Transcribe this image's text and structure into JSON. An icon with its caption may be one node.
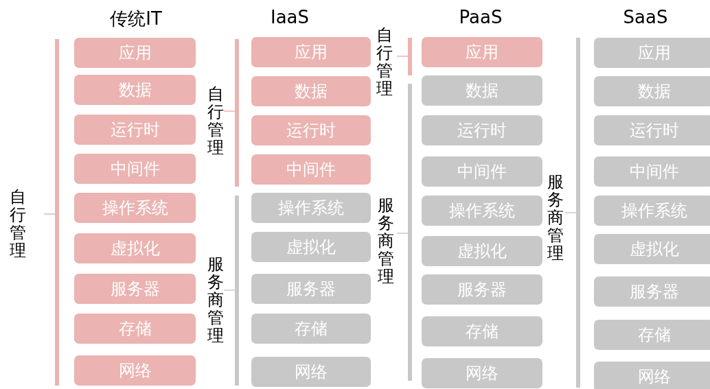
{
  "diagram": {
    "nodes": [
      {
        "text": [
          "应用"
        ]
      },
      {
        "text": [
          "数据"
        ]
      },
      {
        "text": [
          "运行时"
        ]
      },
      {
        "text": [
          "中间件"
        ]
      },
      {
        "text": [
          "操作系统"
        ]
      },
      {
        "text": [
          "虚拟化"
        ]
      },
      {
        "text": [
          "服务器"
        ]
      },
      {
        "text": [
          "存储"
        ]
      },
      {
        "text": [
          "网络"
        ]
      },
      {
        "text": [
          "应用"
        ]
      },
      {
        "text": [
          "数据"
        ]
      },
      {
        "text": [
          "运行时"
        ]
      },
      {
        "text": [
          "中间件"
        ]
      },
      {
        "text": [
          "操作系统"
        ]
      },
      {
        "text": [
          "虚拟化"
        ]
      },
      {
        "text": [
          "服务器"
        ]
      },
      {
        "text": [
          "存储"
        ]
      },
      {
        "text": [
          "网络"
        ]
      },
      {
        "text": [
          "应用"
        ]
      },
      {
        "text": [
          "数据"
        ]
      },
      {
        "text": [
          "运行时"
        ]
      },
      {
        "text": [
          "中间件"
        ]
      },
      {
        "text": [
          "操作系统"
        ]
      },
      {
        "text": [
          "虚拟化"
        ]
      },
      {
        "text": [
          "服务器"
        ]
      },
      {
        "text": [
          "存储"
        ]
      },
      {
        "text": [
          "网络"
        ]
      },
      {
        "text": [
          "应用"
        ]
      },
      {
        "text": [
          "数据"
        ]
      },
      {
        "text": [
          "运行时"
        ]
      },
      {
        "text": [
          "中间件"
        ]
      },
      {
        "text": [
          "操作系统"
        ]
      },
      {
        "text": [
          "虚拟化"
        ]
      },
      {
        "text": [
          "服务器"
        ]
      },
      {
        "text": [
          "存储"
        ]
      },
      {
        "text": [
          "网络"
        ]
      }
    ],
    "labels": [
      "传统IT",
      "IaaS",
      "PaaS",
      "SaaS",
      "自行管理",
      "自行管理",
      "服务商管理",
      "自行管理",
      "服务商管理",
      "服务商管理"
    ]
  }
}
